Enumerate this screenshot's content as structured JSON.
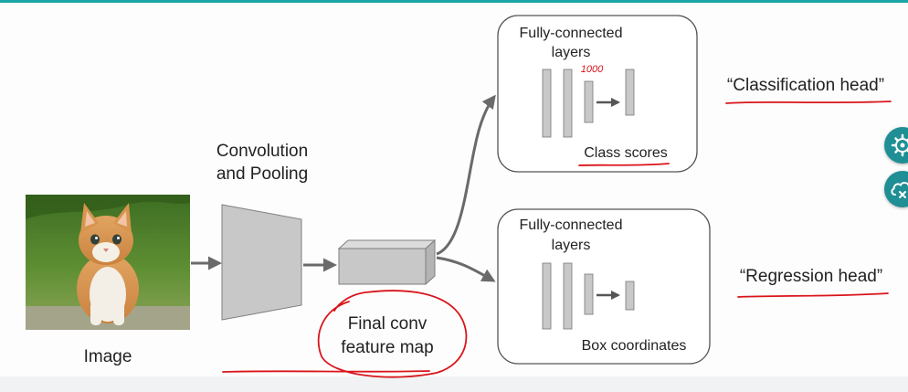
{
  "diagram": {
    "image_label": "Image",
    "conv_label_line1": "Convolution",
    "conv_label_line2": "and Pooling",
    "feature_map_label_line1": "Final conv",
    "feature_map_label_line2": "feature map",
    "classification_box": {
      "title_line1": "Fully-connected",
      "title_line2": "layers",
      "bottom_label": "Class scores",
      "annotation": "1000"
    },
    "regression_box": {
      "title_line1": "Fully-connected",
      "title_line2": "layers",
      "bottom_label": "Box coordinates"
    },
    "classification_head": "“Classification head”",
    "regression_head": "“Regression head”"
  },
  "side_buttons": [
    {
      "icon": "settings-gear-icon"
    },
    {
      "icon": "cloud-sync-icon"
    }
  ],
  "colors": {
    "accent": "#1aa6a6",
    "annotation_red": "#d9151b",
    "layer_fill": "#c8c8c8",
    "arrow": "#6a6a6a"
  }
}
